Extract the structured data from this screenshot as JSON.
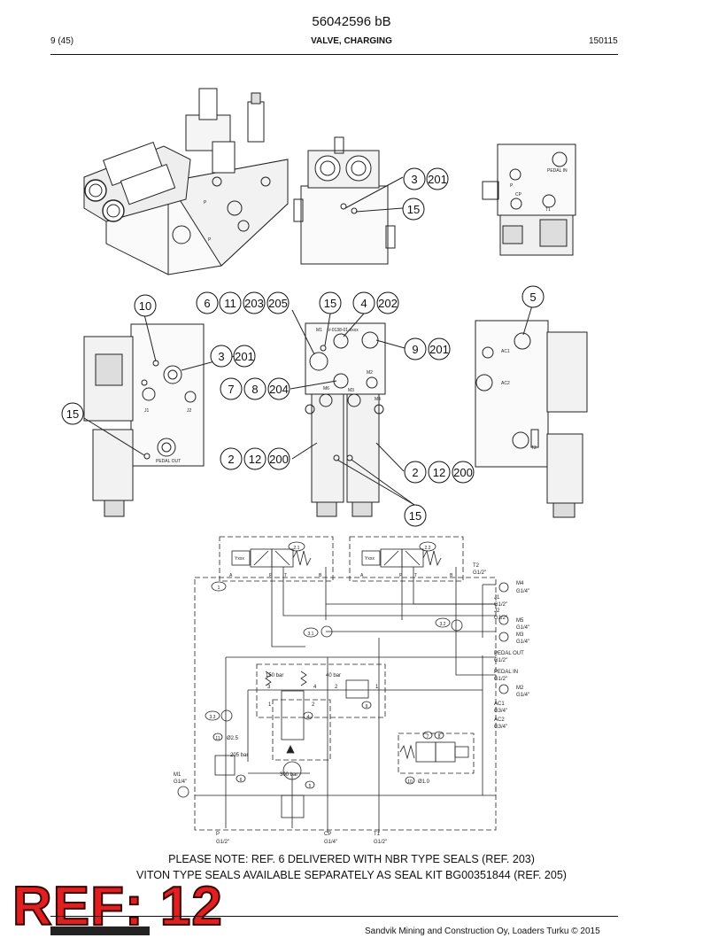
{
  "header": {
    "doc_number": "56042596 bB",
    "page": "9 (45)",
    "section_title": "VALVE, CHARGING",
    "date": "150115"
  },
  "callouts": {
    "top_middle": [
      "3",
      "201",
      "15"
    ],
    "mid_left": [
      "10",
      "3",
      "201",
      "15"
    ],
    "mid_center": [
      "6",
      "11",
      "203",
      "205",
      "15",
      "4",
      "202",
      "9",
      "201",
      "7",
      "8",
      "204",
      "2",
      "12",
      "200",
      "2",
      "12",
      "200",
      "15"
    ],
    "mid_right": [
      "5"
    ]
  },
  "part_labels": {
    "pedal_in": "PEDAL IN",
    "pedal_out": "PEDAL OUT",
    "j1": "J1",
    "j2": "J2",
    "p": "P",
    "t1": "T1",
    "cp": "CP",
    "m1": "M1",
    "m2": "M2",
    "m3": "M3",
    "m4": "M4",
    "m5": "M5",
    "m6": "M6",
    "ac1": "AC1",
    "ac2": "AC2",
    "t2": "T2",
    "part_code": "V-0138-01-xxxx"
  },
  "schematic": {
    "valve_1_tag": "2.1",
    "valve_2_tag": "2.2",
    "yxxx_1": "Yxxx",
    "yxxx_2": "Yxxx",
    "block_tag": "1",
    "port_a": "A",
    "port_b": "B",
    "port_p": "P",
    "port_t": "T",
    "t2_port": "T2",
    "t2_size": "G1/2\"",
    "m4_port": "M4",
    "m4_size": "G1/4\"",
    "j1_port": "J1",
    "j1_size": "G1/2\"",
    "j2_port": "J2",
    "j2_size": "G1/2\"",
    "m5_port": "M5",
    "m5_size": "G1/4\"",
    "m3_port": "M3",
    "m3_size": "G1/4\"",
    "pedal_out_port": "PEDAL OUT",
    "pedal_out_size": "G1/2\"",
    "pedal_in_port": "PEDAL IN",
    "pedal_in_size": "G1/2\"",
    "m2_port": "M2",
    "m2_size": "G1/4\"",
    "ac1_port": "AC1",
    "ac1_size": "G3/4\"",
    "ac2_port": "AC2",
    "ac2_size": "G3/4\"",
    "m1_port": "M1",
    "m1_size": "G1/4\"",
    "p_port": "P",
    "p_size": "G1/2\"",
    "cp_port": "CP",
    "cp_size": "G1/4\"",
    "t1_port": "T1",
    "t1_size": "G1/2\"",
    "tag_3_1": "3.1",
    "tag_3_2": "3.2",
    "tag_3_3": "3.3",
    "bar_150": "150 bar",
    "bar_40": "40 bar",
    "bar_205": "205 bar",
    "bar_300": "300 bar",
    "tag_4": "4",
    "tag_5": "5",
    "tag_6": "6",
    "tag_9": "9",
    "tag_7": "7",
    "tag_8": "8",
    "tag_10": "10",
    "orifice_10": "Ø1.0",
    "tag_11": "11",
    "orifice_11": "Ø2.5",
    "n1": "1",
    "n2": "2",
    "n3": "3",
    "n4": "4",
    "n1b": "1",
    "n2b": "2"
  },
  "notes": {
    "line1": "PLEASE NOTE: REF. 6 DELIVERED WITH NBR TYPE SEALS (REF. 203)",
    "line2": "VITON TYPE SEALS AVAILABLE SEPARATELY AS SEAL KIT BG00351844 (REF. 205)"
  },
  "overlay": {
    "ref_text": "REF: 12",
    "ref_color": "#e02020"
  },
  "footer": {
    "copyright": "Sandvik Mining and Construction Oy, Loaders Turku © 2015"
  }
}
